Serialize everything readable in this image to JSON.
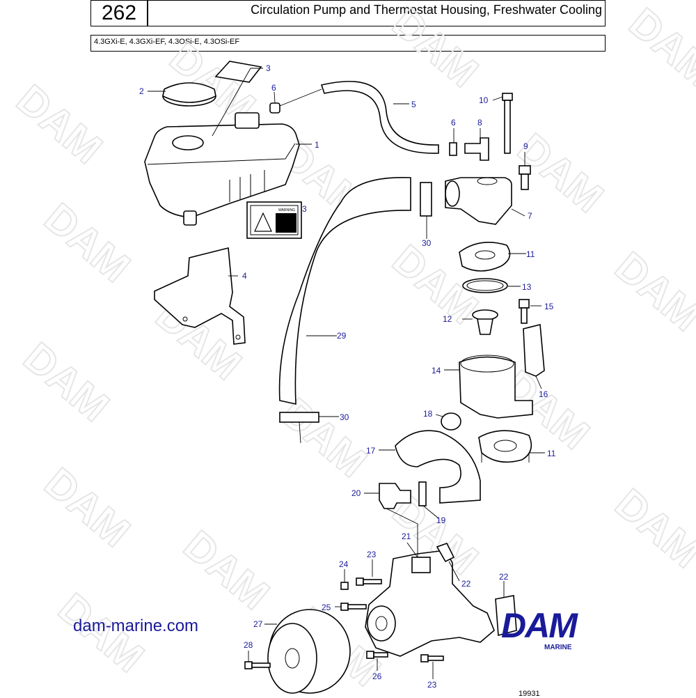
{
  "header": {
    "page_number": "262",
    "title": "Circulation Pump and Thermostat Housing, Freshwater Cooling",
    "models": "4.3GXi-E, 4.3GXi-EF, 4.3OSi-E, 4.3OSi-EF"
  },
  "watermark_text": "DAM",
  "footer": {
    "website": "dam-marine.com",
    "brand": "DAM",
    "brand_sub": "MARINE",
    "figure_id": "19931"
  },
  "warning_label": "WARNING",
  "callouts": [
    "1",
    "2",
    "3",
    "3",
    "4",
    "5",
    "6",
    "6",
    "7",
    "8",
    "9",
    "10",
    "11",
    "11",
    "12",
    "13",
    "14",
    "15",
    "16",
    "17",
    "18",
    "19",
    "20",
    "21",
    "22",
    "22",
    "23",
    "23",
    "24",
    "25",
    "26",
    "27",
    "28",
    "29",
    "30",
    "30"
  ]
}
